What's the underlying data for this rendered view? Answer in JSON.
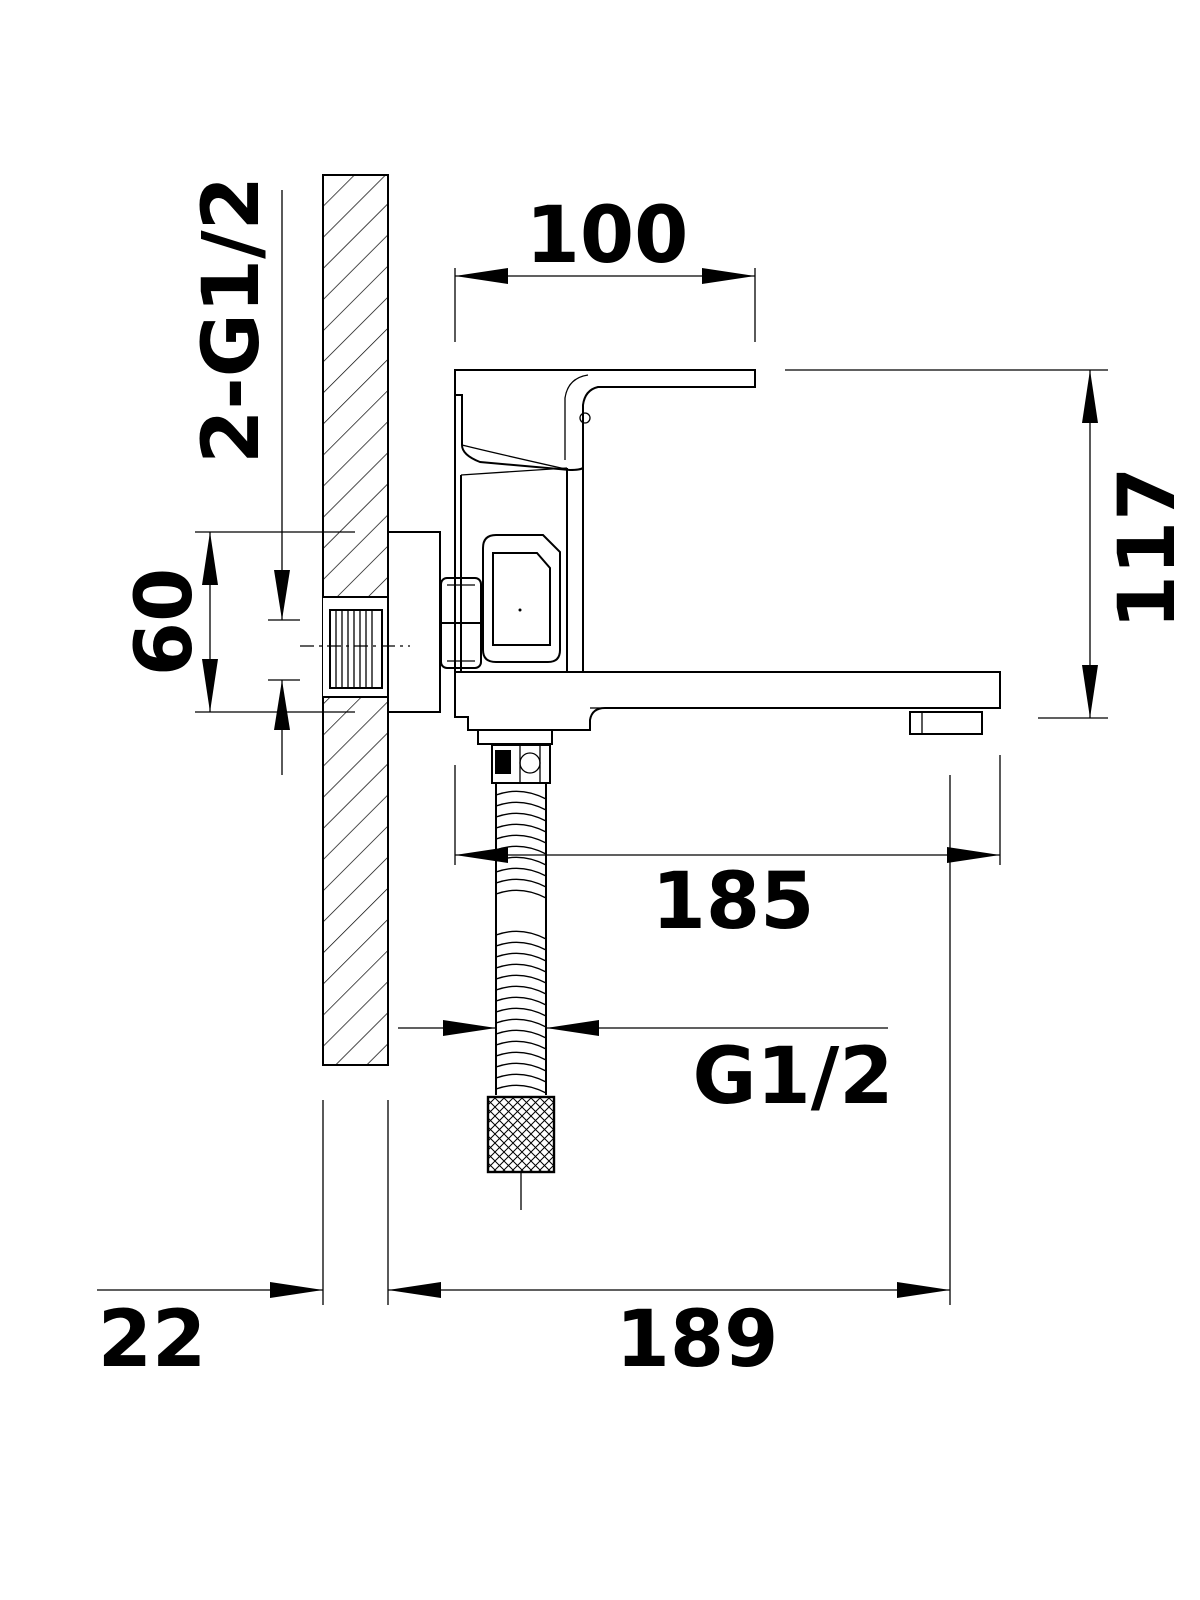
{
  "dimensions": {
    "top_width": "100",
    "height": "117",
    "spout_reach": "185",
    "total_depth": "189",
    "wall_thickness": "22",
    "inlet_spacing": "60",
    "inlet_thread": "2-G1/2",
    "hose_thread": "G1/2"
  },
  "colors": {
    "line": "#000000",
    "background": "#ffffff"
  }
}
